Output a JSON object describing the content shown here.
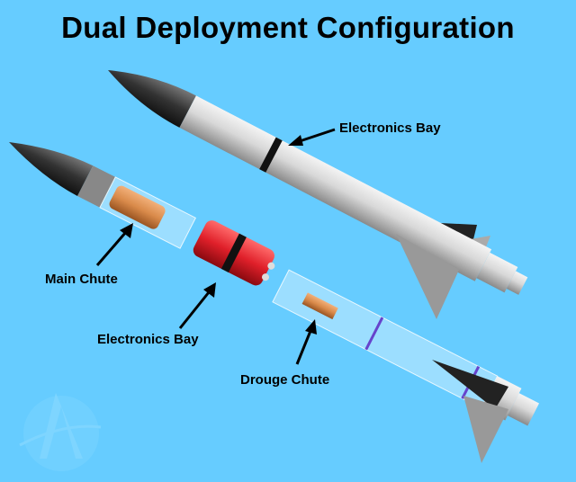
{
  "title": "Dual Deployment Configuration",
  "labels": {
    "assembled_electronics_bay": "Electronics Bay",
    "main_chute": "Main Chute",
    "electronics_bay": "Electronics Bay",
    "drogue_chute": "Drouge Chute"
  },
  "colors": {
    "background": "#66CCFF",
    "body": "#D8D8D8",
    "nose": "#333333",
    "electronics_bay": "#E0202A",
    "chute": "#D98A4A"
  }
}
